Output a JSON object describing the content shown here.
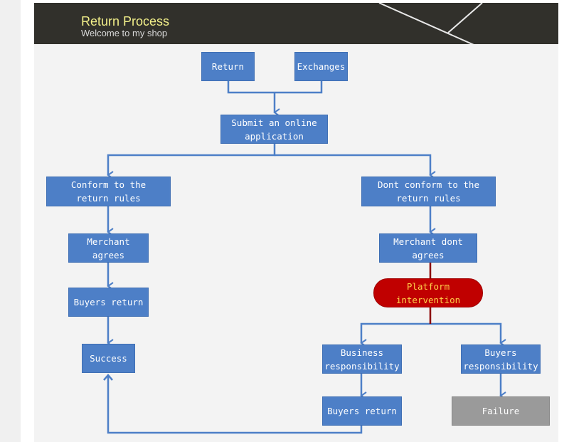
{
  "header": {
    "title": "Return Process",
    "subtitle": "Welcome to my shop"
  },
  "nodes": {
    "return": "Return",
    "exchanges": "Exchanges",
    "submit": "Submit an online\napplication",
    "conform": "Conform to the\nreturn rules",
    "merchant_agrees": "Merchant agrees",
    "buyers_return_left": "Buyers return",
    "success": "Success",
    "dont_conform": "Dont conform to the\nreturn rules",
    "merchant_dont_agrees": "Merchant dont agrees",
    "platform_intervention": "Platform\nintervention",
    "business_responsibility": "Business\nresponsibility",
    "buyers_responsibility": "Buyers\nresponsibility",
    "buyers_return_right": "Buyers return",
    "failure": "Failure"
  },
  "colors": {
    "header_bg": "#31302b",
    "title": "#f3f08a",
    "node_blue": "#4d7fc7",
    "node_red": "#c00000",
    "node_red_text": "#ffd24a",
    "node_gray": "#9a9a9a",
    "connector": "#4d7fc7",
    "connector_red": "#8b0000"
  }
}
